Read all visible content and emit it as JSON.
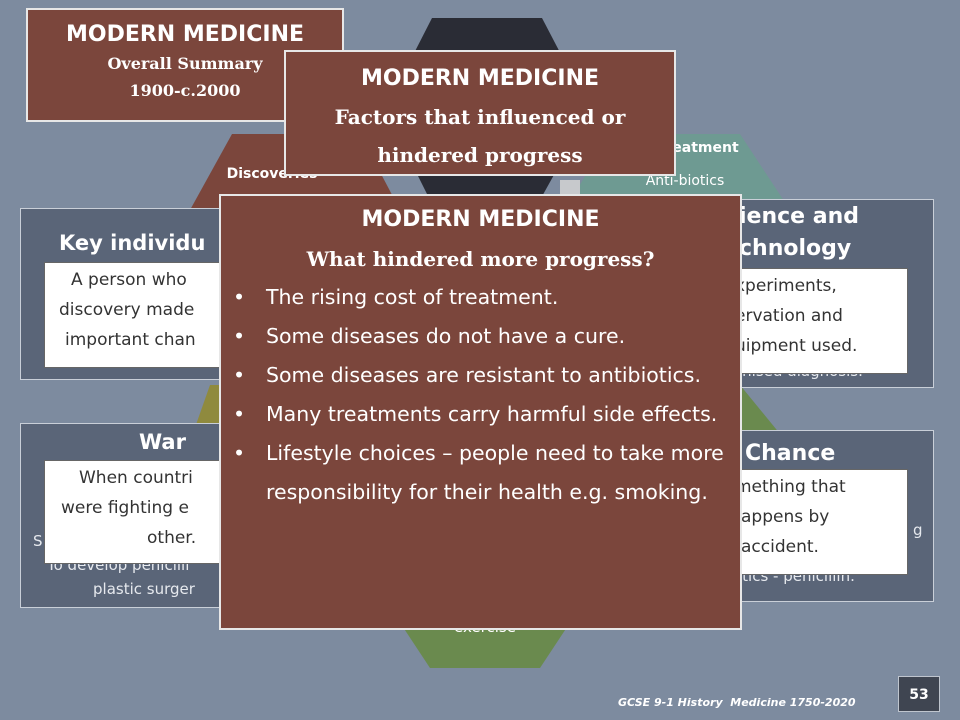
{
  "colors": {
    "background": "#7d8b9f",
    "brown": "#7b463c",
    "slate": "#5a6578",
    "hex_dark": "#2a2c35",
    "hex_teal": "#6e9a92",
    "hex_olive": "#8f8a3e",
    "hex_green": "#6a8a4e",
    "hex_brown": "#7b463c"
  },
  "summary_card": {
    "title": "MODERN MEDICINE",
    "line1": "Overall Summary",
    "line2": "1900-c.2000"
  },
  "factors_card": {
    "title": "MODERN MEDICINE",
    "line1": "Factors that influenced or",
    "line2": "hindered progress"
  },
  "hex_labels": {
    "discoveries": "Discoveries",
    "treatment": "Treatment",
    "antibiotics": "Anti-biotics",
    "exercise": "exercise"
  },
  "key_individuals": {
    "title": "Key individu",
    "desc": [
      "A person who",
      "discovery made",
      "important chan"
    ]
  },
  "science": {
    "title1": "ience and",
    "title2": "chnology",
    "desc": [
      "xperiments,",
      "ervation and",
      "uipment used."
    ],
    "under": "onised diagnosis."
  },
  "war": {
    "title": "War",
    "desc": [
      "When countri",
      "were fighting e",
      "other."
    ],
    "under1": "S",
    "under2": "To develop penicilli",
    "under3": "plastic surger"
  },
  "chance": {
    "title": "Chance",
    "desc": [
      "mething that",
      "appens by",
      "accident."
    ],
    "under1": "g",
    "under2": "otics - penicillin."
  },
  "main_card": {
    "title": "MODERN MEDICINE",
    "subtitle": "What hindered more progress?",
    "bullets": [
      "The rising cost of treatment.",
      "Some diseases do not have a cure.",
      "Some diseases are resistant to antibiotics.",
      "Many treatments carry harmful side effects.",
      "Lifestyle choices – people need to take more responsibility for their health e.g. smoking."
    ]
  },
  "footer": {
    "course": "GCSE 9-1 History  Medicine 1750-2020",
    "page_number": "53"
  }
}
